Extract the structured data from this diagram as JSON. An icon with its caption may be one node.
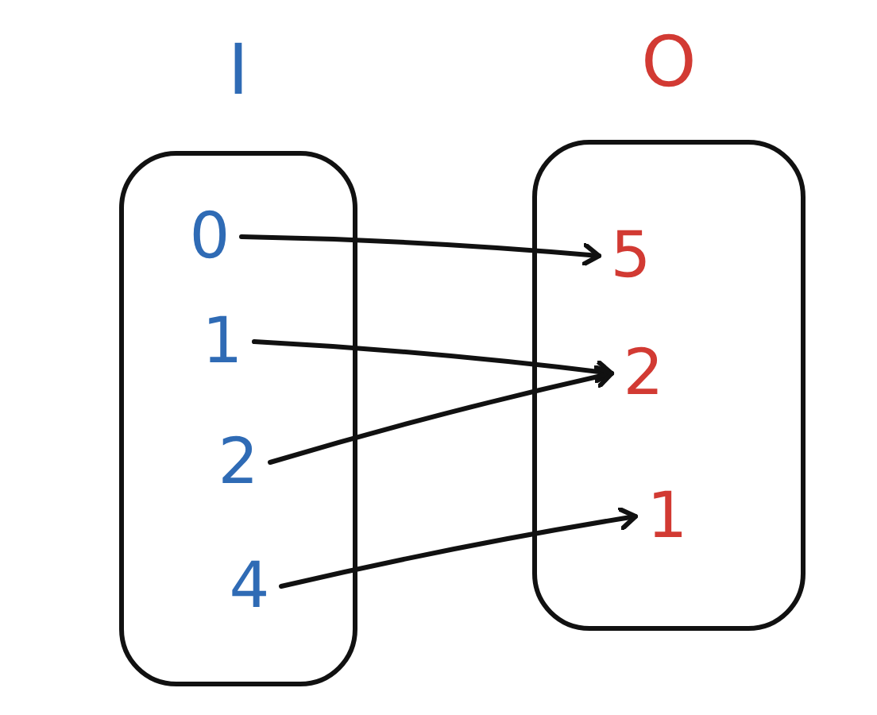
{
  "diagram": {
    "nodes": [
      {
        "text": [
          "I"
        ]
      },
      {
        "text": [
          "0"
        ],
        "in": 0
      },
      {
        "text": [
          "1"
        ],
        "in": 0
      },
      {
        "text": [
          "2"
        ],
        "in": 0
      },
      {
        "text": [
          "4"
        ],
        "in": 0
      },
      {
        "text": [
          "O"
        ]
      },
      {
        "text": [
          "5"
        ],
        "in": 5
      },
      {
        "text": [
          "2"
        ],
        "in": 5
      },
      {
        "text": [
          "1"
        ],
        "in": 5
      }
    ],
    "edges": [
      {
        "from": 1,
        "to": 6,
        "arrow": "to"
      },
      {
        "from": 2,
        "to": 7,
        "arrow": "to"
      },
      {
        "from": 3,
        "to": 7,
        "arrow": "to"
      },
      {
        "from": 4,
        "to": 8,
        "arrow": "to"
      }
    ]
  }
}
